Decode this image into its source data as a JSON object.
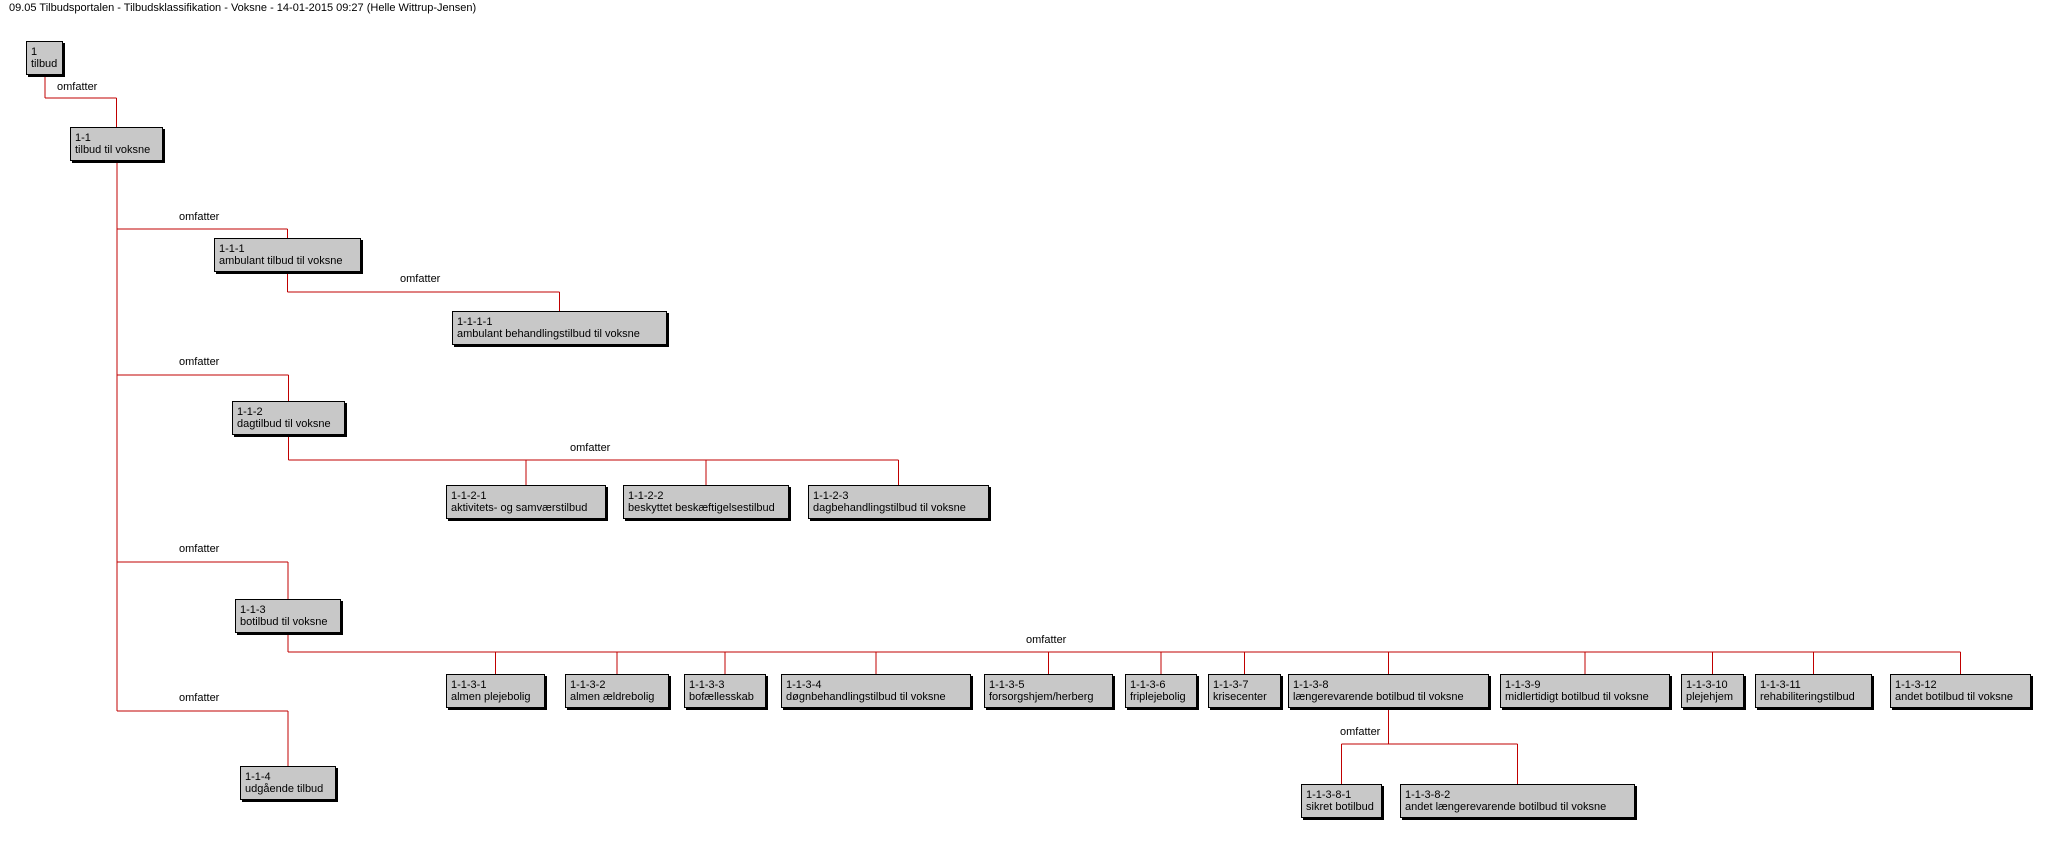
{
  "title": "09.05 Tilbudsportalen - Tilbudsklassifikation - Voksne - 14-01-2015 09:27 (Helle Wittrup-Jensen)",
  "colors": {
    "connector": "#c00000",
    "node_fill": "#c8c8c8",
    "node_border": "#000000"
  },
  "relation_label": "omfatter",
  "nodes": [
    {
      "id": "1",
      "code": "1",
      "name": "tilbud"
    },
    {
      "id": "1-1",
      "code": "1-1",
      "name": "tilbud til voksne"
    },
    {
      "id": "1-1-1",
      "code": "1-1-1",
      "name": "ambulant tilbud til voksne"
    },
    {
      "id": "1-1-1-1",
      "code": "1-1-1-1",
      "name": "ambulant behandlingstilbud til voksne"
    },
    {
      "id": "1-1-2",
      "code": "1-1-2",
      "name": "dagtilbud til voksne"
    },
    {
      "id": "1-1-2-1",
      "code": "1-1-2-1",
      "name": "aktivitets- og samværstilbud"
    },
    {
      "id": "1-1-2-2",
      "code": "1-1-2-2",
      "name": "beskyttet beskæftigelsestilbud"
    },
    {
      "id": "1-1-2-3",
      "code": "1-1-2-3",
      "name": "dagbehandlingstilbud til voksne"
    },
    {
      "id": "1-1-3",
      "code": "1-1-3",
      "name": "botilbud til voksne"
    },
    {
      "id": "1-1-3-1",
      "code": "1-1-3-1",
      "name": "almen plejebolig"
    },
    {
      "id": "1-1-3-2",
      "code": "1-1-3-2",
      "name": "almen ældrebolig"
    },
    {
      "id": "1-1-3-3",
      "code": "1-1-3-3",
      "name": "bofællesskab"
    },
    {
      "id": "1-1-3-4",
      "code": "1-1-3-4",
      "name": "døgnbehandlingstilbud til voksne"
    },
    {
      "id": "1-1-3-5",
      "code": "1-1-3-5",
      "name": "forsorgshjem/herberg"
    },
    {
      "id": "1-1-3-6",
      "code": "1-1-3-6",
      "name": "friplejebolig"
    },
    {
      "id": "1-1-3-7",
      "code": "1-1-3-7",
      "name": "krisecenter"
    },
    {
      "id": "1-1-3-8",
      "code": "1-1-3-8",
      "name": "længerevarende botilbud til voksne"
    },
    {
      "id": "1-1-3-9",
      "code": "1-1-3-9",
      "name": "midlertidigt botilbud til voksne"
    },
    {
      "id": "1-1-3-10",
      "code": "1-1-3-10",
      "name": "plejehjem"
    },
    {
      "id": "1-1-3-11",
      "code": "1-1-3-11",
      "name": "rehabiliteringstilbud"
    },
    {
      "id": "1-1-3-12",
      "code": "1-1-3-12",
      "name": "andet botilbud til voksne"
    },
    {
      "id": "1-1-3-8-1",
      "code": "1-1-3-8-1",
      "name": "sikret botilbud"
    },
    {
      "id": "1-1-3-8-2",
      "code": "1-1-3-8-2",
      "name": "andet længerevarende botilbud til voksne"
    },
    {
      "id": "1-1-4",
      "code": "1-1-4",
      "name": "udgående tilbud"
    }
  ]
}
